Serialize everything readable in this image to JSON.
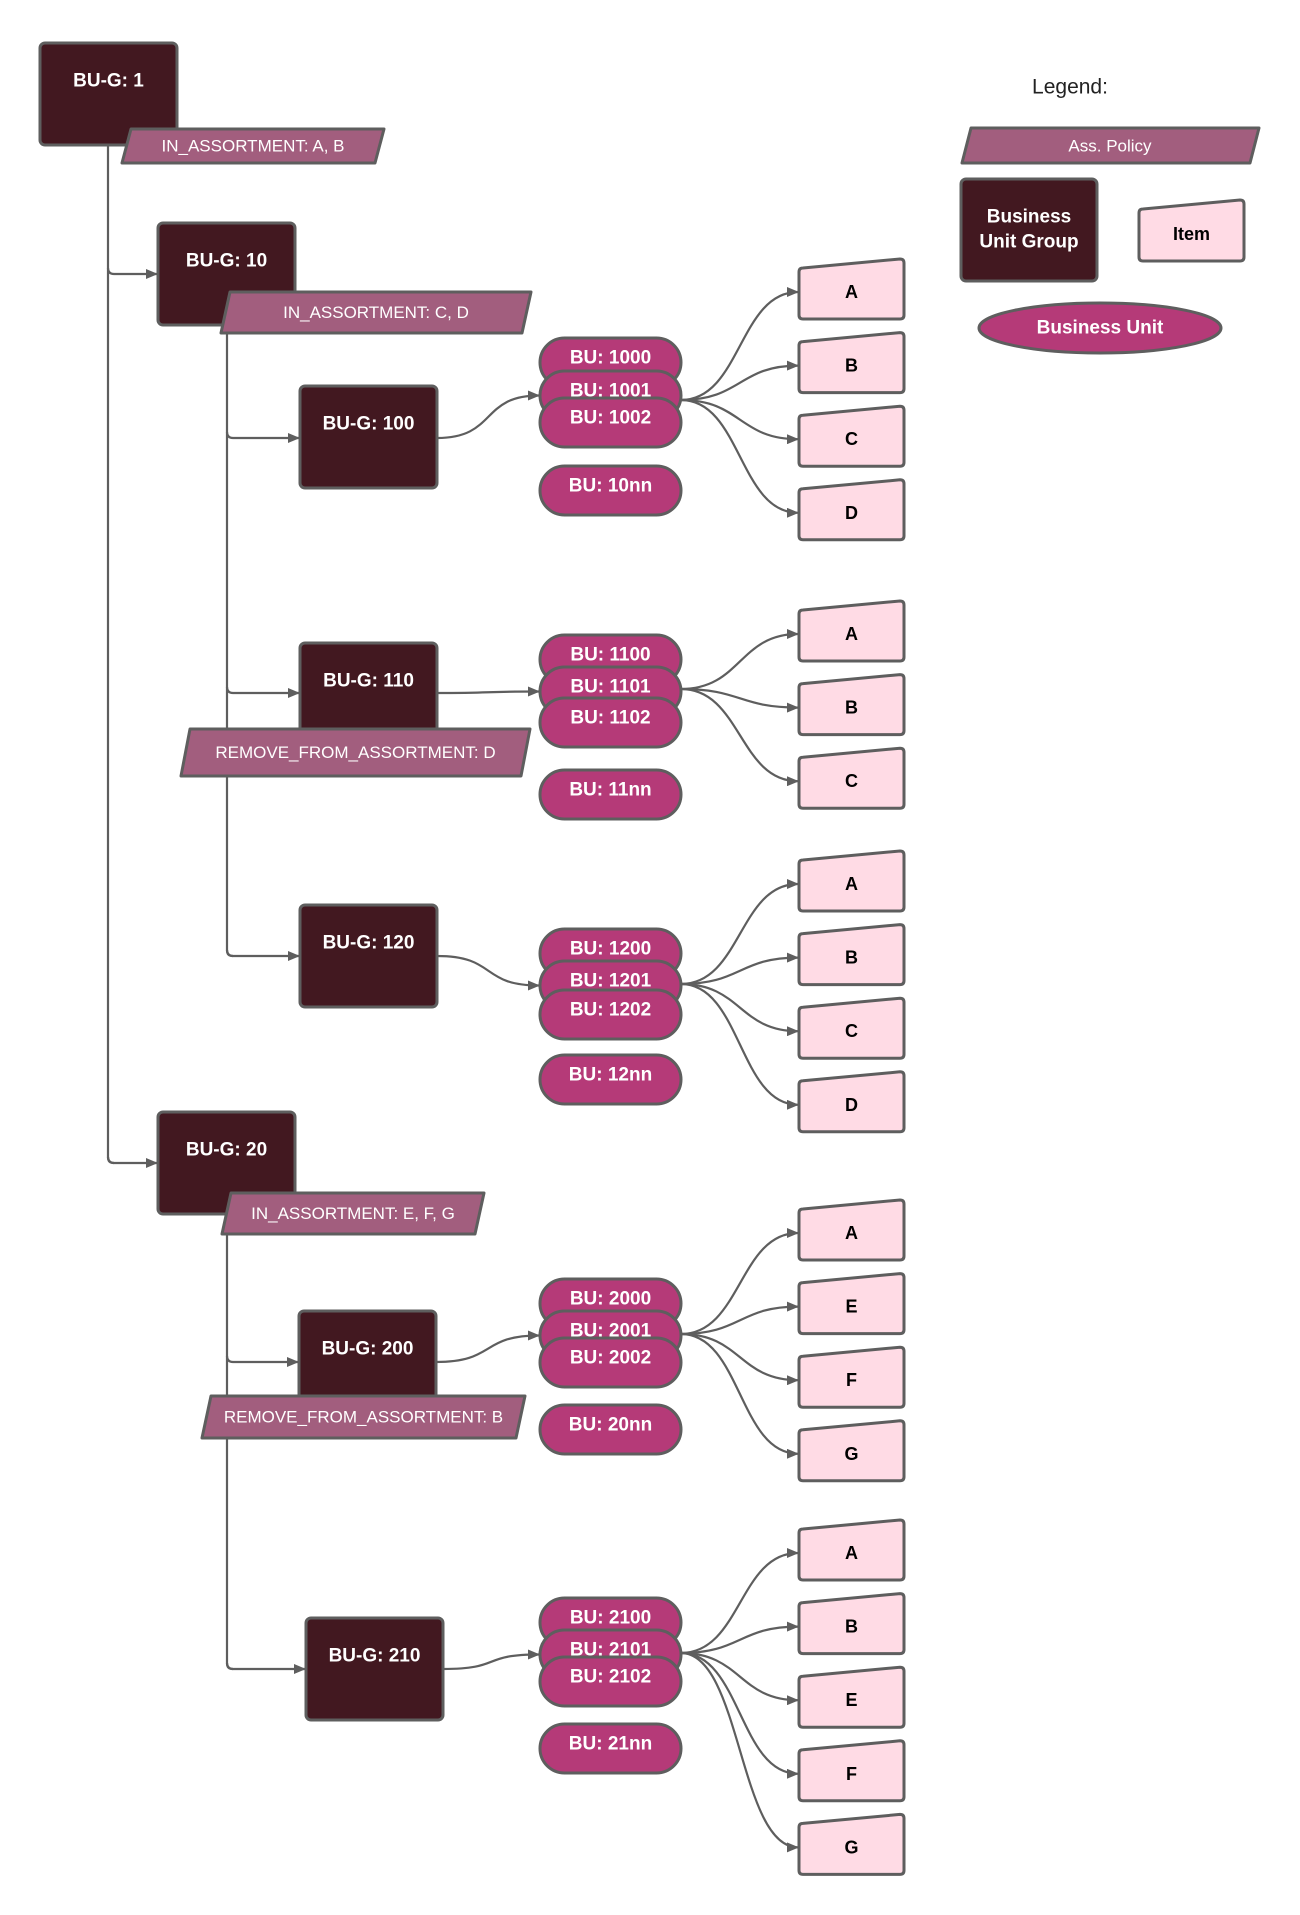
{
  "diagram": {
    "colors": {
      "business_unit_group": "#421820",
      "assortment_policy": "#a25e7e",
      "business_unit": "#b53a78",
      "item": "#ffdbe5",
      "connector": "#5e5e5e"
    },
    "root": {
      "label": "BU-G: 1",
      "policy": "IN_ASSORTMENT: A, B"
    },
    "level1": [
      {
        "label": "BU-G: 10",
        "policy": "IN_ASSORTMENT: C, D",
        "children": [
          {
            "label": "BU-G: 100",
            "policy": null,
            "business_units": [
              "BU: 1000",
              "BU: 1001",
              "BU: 1002",
              "BU: 10nn"
            ],
            "items": [
              "A",
              "B",
              "C",
              "D"
            ]
          },
          {
            "label": "BU-G: 110",
            "policy": "REMOVE_FROM_ASSORTMENT: D",
            "business_units": [
              "BU: 1100",
              "BU: 1101",
              "BU: 1102",
              "BU: 11nn"
            ],
            "items": [
              "A",
              "B",
              "C"
            ]
          },
          {
            "label": "BU-G: 120",
            "policy": null,
            "business_units": [
              "BU: 1200",
              "BU: 1201",
              "BU: 1202",
              "BU: 12nn"
            ],
            "items": [
              "A",
              "B",
              "C",
              "D"
            ]
          }
        ]
      },
      {
        "label": "BU-G: 20",
        "policy": "IN_ASSORTMENT: E, F, G",
        "children": [
          {
            "label": "BU-G: 200",
            "policy": "REMOVE_FROM_ASSORTMENT: B",
            "business_units": [
              "BU: 2000",
              "BU: 2001",
              "BU: 2002",
              "BU: 20nn"
            ],
            "items": [
              "A",
              "E",
              "F",
              "G"
            ]
          },
          {
            "label": "BU-G: 210",
            "policy": null,
            "business_units": [
              "BU: 2100",
              "BU: 2101",
              "BU: 2102",
              "BU: 21nn"
            ],
            "items": [
              "A",
              "B",
              "E",
              "F",
              "G"
            ]
          }
        ]
      }
    ]
  },
  "legend": {
    "title": "Legend:",
    "policy": "Ass. Policy",
    "business_unit_group": "Business Unit Group",
    "business_unit_group_lines": [
      "Business",
      "Unit Group"
    ],
    "item": "Item",
    "business_unit": "Business Unit"
  }
}
